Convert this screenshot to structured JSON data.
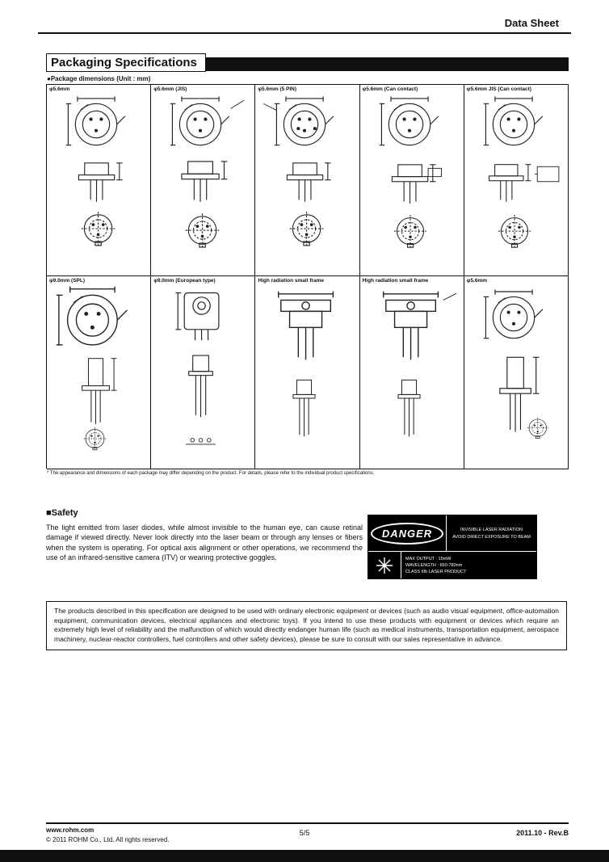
{
  "header": {
    "doc_type": "Data Sheet"
  },
  "title": "Packaging Specifications",
  "unit_note": "●Package dimensions (Unit : mm)",
  "packages": {
    "cells": [
      {
        "label": "φ5.6mm"
      },
      {
        "label": "φ5.6mm (JIS)"
      },
      {
        "label": "φ5.6mm (5 PIN)"
      },
      {
        "label": "φ5.6mm (Can contact)"
      },
      {
        "label": "φ5.6mm JIS (Can contact)"
      },
      {
        "label": "φ9.0mm (SPL)"
      },
      {
        "label": "φ9.0mm (European type)"
      },
      {
        "label": "High radiation small frame"
      },
      {
        "label": "High radiation small frame"
      },
      {
        "label": "φ5.6mm"
      }
    ],
    "footnote": "* The appearance and dimensions of each package may differ depending on the product. For details, please refer to the individual product specifications."
  },
  "safety": {
    "heading": "■Safety",
    "paragraph": "The light emitted from laser diodes, while almost invisible to the human eye, can cause retinal damage if viewed directly. Never look directly into the laser beam or through any lenses or fibers when the system is operating. For optical axis alignment or other operations, we recommend the use of an infrared-sensitive camera (ITV) or wearing protective goggles.",
    "label": {
      "danger": "DANGER",
      "lines": [
        "INVISIBLE LASER RADIATION",
        "AVOID DIRECT EXPOSURE TO BEAM",
        "MAX OUTPUT : 15mW",
        "WAVELENGTH : 650-780nm",
        "CLASS IIIb LASER PRODUCT"
      ]
    }
  },
  "notice": "The products described in this specification are designed to be used with ordinary electronic equipment or devices (such as audio visual equipment, office-automation equipment, communication devices, electrical appliances and electronic toys). If you intend to use these products with equipment or devices which require an extremely high level of reliability and the malfunction of which would directly endanger human life (such as medical instruments, transportation equipment, aerospace machinery, nuclear-reactor controllers, fuel controllers and other safety devices), please be sure to consult with our sales representative in advance.",
  "footer": {
    "url": "www.rohm.com",
    "copyright": "© 2011  ROHM Co., Ltd. All rights reserved.",
    "page": "5/5",
    "revision": "2011.10 - Rev.B"
  }
}
